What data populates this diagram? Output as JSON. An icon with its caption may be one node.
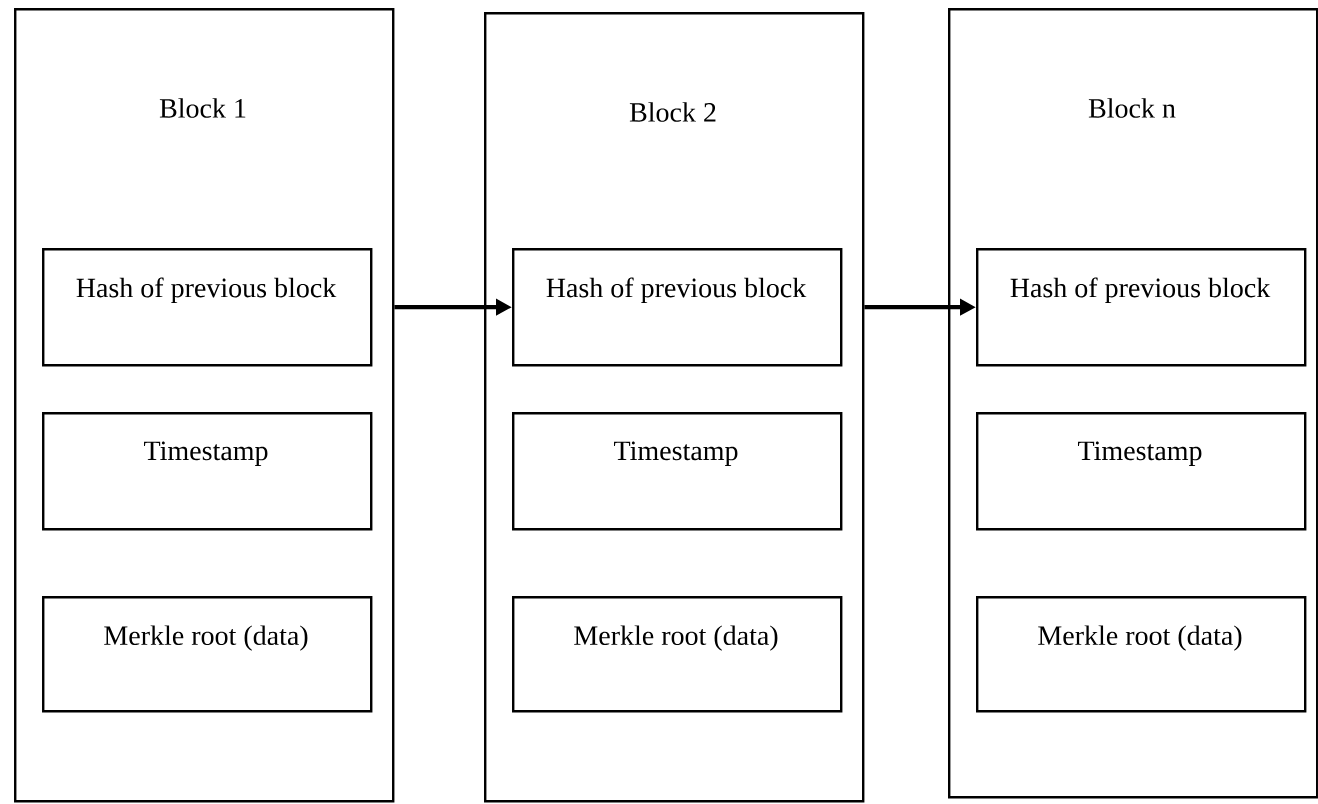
{
  "diagram": {
    "nodes": [
      {
        "text": [
          "Block 1"
        ]
      },
      {
        "text": [
          "Hash of previous block"
        ],
        "in": 0
      },
      {
        "text": [
          "Timestamp"
        ],
        "in": 0
      },
      {
        "text": [
          "Merkle root (data)"
        ],
        "in": 0
      },
      {
        "text": [
          "Block 2"
        ]
      },
      {
        "text": [
          "Hash of previous block"
        ],
        "in": 4
      },
      {
        "text": [
          "Timestamp"
        ],
        "in": 4
      },
      {
        "text": [
          "Merkle root (data)"
        ],
        "in": 4
      },
      {
        "text": [
          "Block n"
        ]
      },
      {
        "text": [
          "Hash of previous block"
        ],
        "in": 8
      },
      {
        "text": [
          "Timestamp"
        ],
        "in": 8
      },
      {
        "text": [
          "Merkle root (data)"
        ],
        "in": 8
      }
    ],
    "edges": [
      {
        "from": 0,
        "to": 5,
        "arrow": "to"
      },
      {
        "from": 4,
        "to": 9,
        "arrow": "to"
      }
    ]
  }
}
